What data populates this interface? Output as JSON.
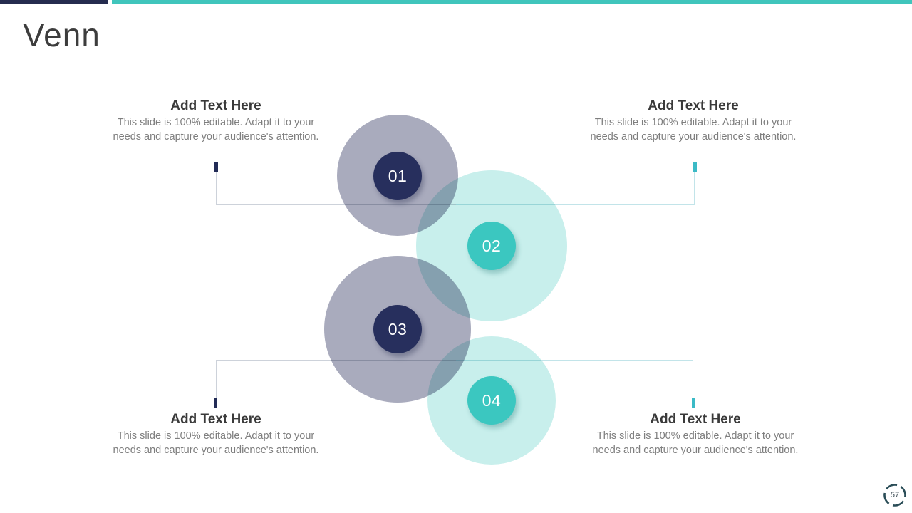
{
  "slide": {
    "title": "Venn",
    "page_number": "57"
  },
  "colors": {
    "bar_navy": "#252c4f",
    "bar_teal": "#40c5bc",
    "bubble_gray": "#a9abbd",
    "bubble_teal": "#c8efec",
    "node_navy": "#272f5d",
    "node_teal": "#3bc7c0",
    "tick_navy": "#222b56",
    "tick_teal": "#3bbac6",
    "connector_gray": "#cdd2da",
    "connector_teal": "#c2e4e9",
    "badge_ring": "#2a4d57"
  },
  "venn": {
    "nodes": [
      {
        "number": "01"
      },
      {
        "number": "02"
      },
      {
        "number": "03"
      },
      {
        "number": "04"
      }
    ]
  },
  "text_blocks": [
    {
      "position": "top-left",
      "heading": "Add Text Here",
      "body": "This slide is 100% editable. Adapt it to your needs and capture your audience's attention."
    },
    {
      "position": "top-right",
      "heading": "Add Text Here",
      "body": "This slide is 100% editable. Adapt it to your needs and capture your audience's attention."
    },
    {
      "position": "bottom-left",
      "heading": "Add Text Here",
      "body": "This slide is 100% editable. Adapt it to your needs and capture your audience's attention."
    },
    {
      "position": "bottom-right",
      "heading": "Add Text Here",
      "body": "This slide is 100% editable. Adapt it to your needs and capture your audience's attention."
    }
  ]
}
